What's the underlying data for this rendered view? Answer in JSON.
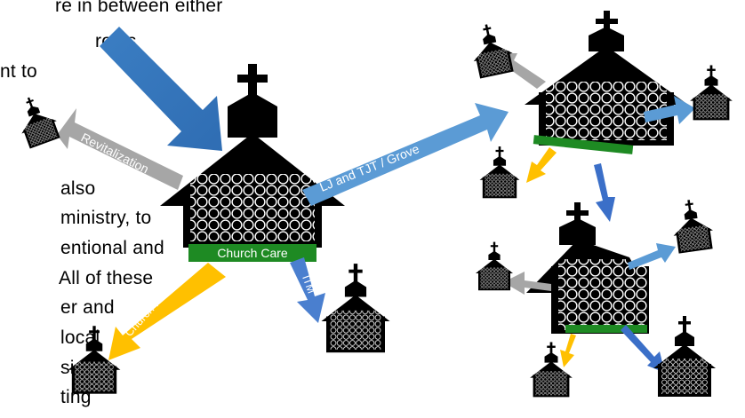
{
  "background_text": {
    "lines": [
      "re in between either",
      "roles",
      "nt to",
      "also",
      "ministry, to",
      "entional and",
      "All of these",
      "er and",
      "local",
      "sion",
      "ting"
    ]
  },
  "arrows": {
    "revitalization": "Revitalization",
    "lj_tjt_grove": "LJ and TJT / Grove",
    "church_plant": "Church Plant",
    "itm": "ITM"
  },
  "church_care_label": "Church Care",
  "colors": {
    "blue": "#4a8ac8",
    "blue_dark": "#2e6ab0",
    "light_blue": "#5b9bd5",
    "gray": "#a6a6a6",
    "yellow": "#ffc000",
    "green": "#1e8a23",
    "church": "#000000"
  }
}
